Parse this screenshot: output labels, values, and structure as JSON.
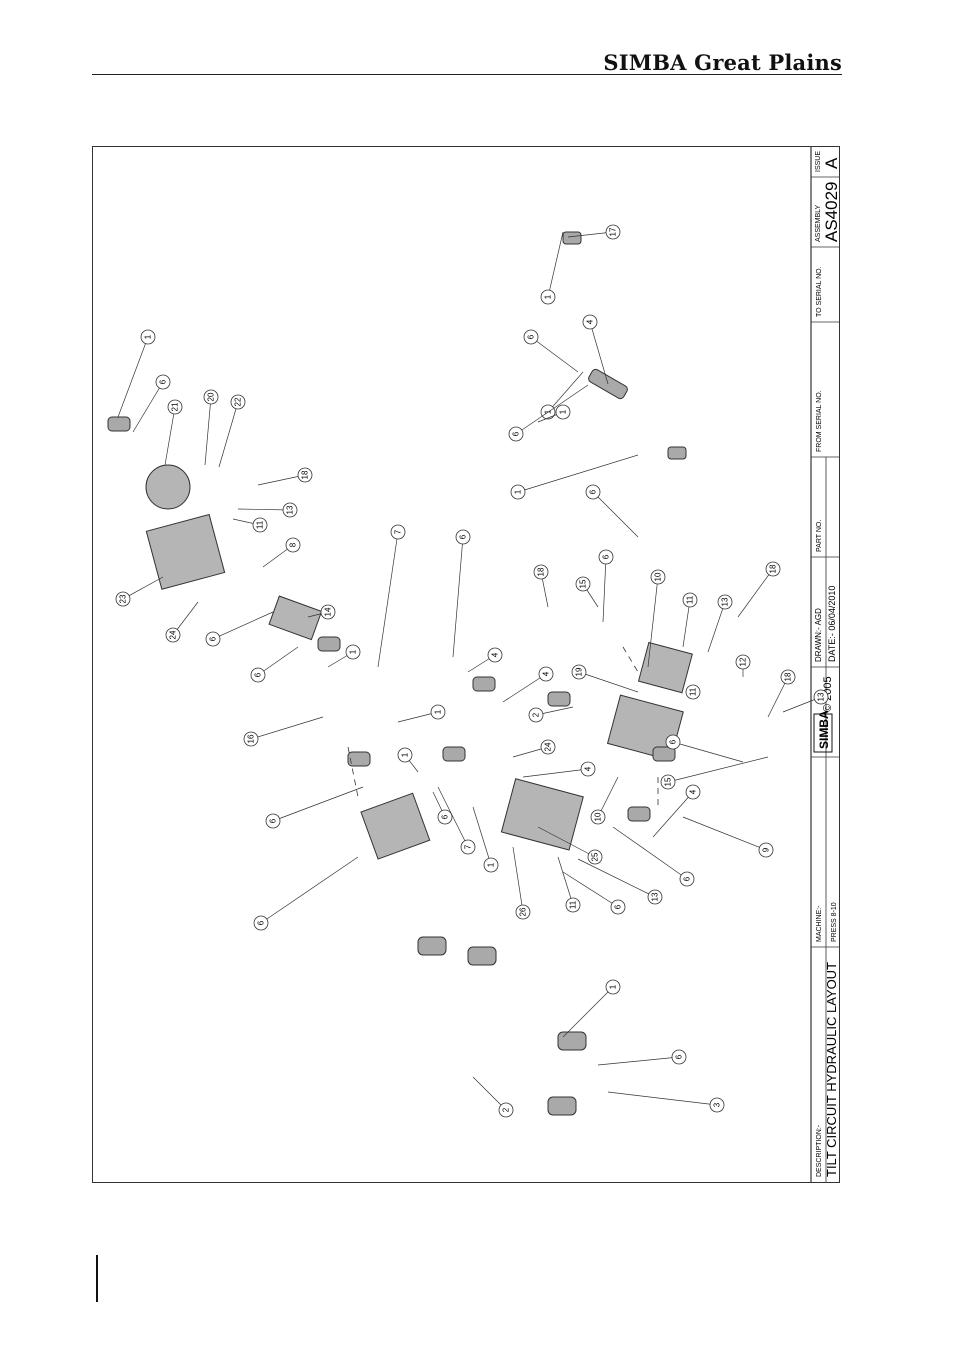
{
  "header": {
    "brand": "SIMBA Great Plains"
  },
  "title_block": {
    "description_label": "DESCRIPTION:-",
    "description": "TILT CIRCUIT HYDRAULIC LAYOUT",
    "machine_label": "MACHINE:-",
    "machine": "PRESS 8-10",
    "logo_text": "SIMBA",
    "copyright": "© 2005",
    "drawn": "DRAWN:-  AGD",
    "date": "DATE:-  06/04/2010",
    "part_no_label": "PART NO.",
    "from_serial_label": "FROM SERIAL NO.",
    "to_serial_label": "TO SERIAL NO.",
    "assembly_label": "ASSEMBLY",
    "assembly": "AS4029",
    "issue_label": "ISSUE",
    "issue": "A"
  },
  "callouts": [
    "1",
    "6",
    "21",
    "20",
    "22",
    "18",
    "13",
    "11",
    "23",
    "24",
    "8",
    "6",
    "14",
    "6",
    "1",
    "16",
    "7",
    "1",
    "4",
    "6",
    "6",
    "1",
    "6",
    "7",
    "1",
    "4",
    "2",
    "24",
    "4",
    "6",
    "26",
    "25",
    "11",
    "13",
    "6",
    "9",
    "17",
    "1",
    "6",
    "1",
    "4",
    "6",
    "1",
    "6",
    "18",
    "15",
    "6",
    "10",
    "11",
    "13",
    "18",
    "19",
    "11",
    "12",
    "18",
    "13",
    "6",
    "15",
    "10",
    "6",
    "4",
    "1",
    "2",
    "1",
    "6",
    "3"
  ],
  "colors": {
    "ink": "#111111",
    "line": "#333333",
    "part": "#9a9a9a"
  }
}
